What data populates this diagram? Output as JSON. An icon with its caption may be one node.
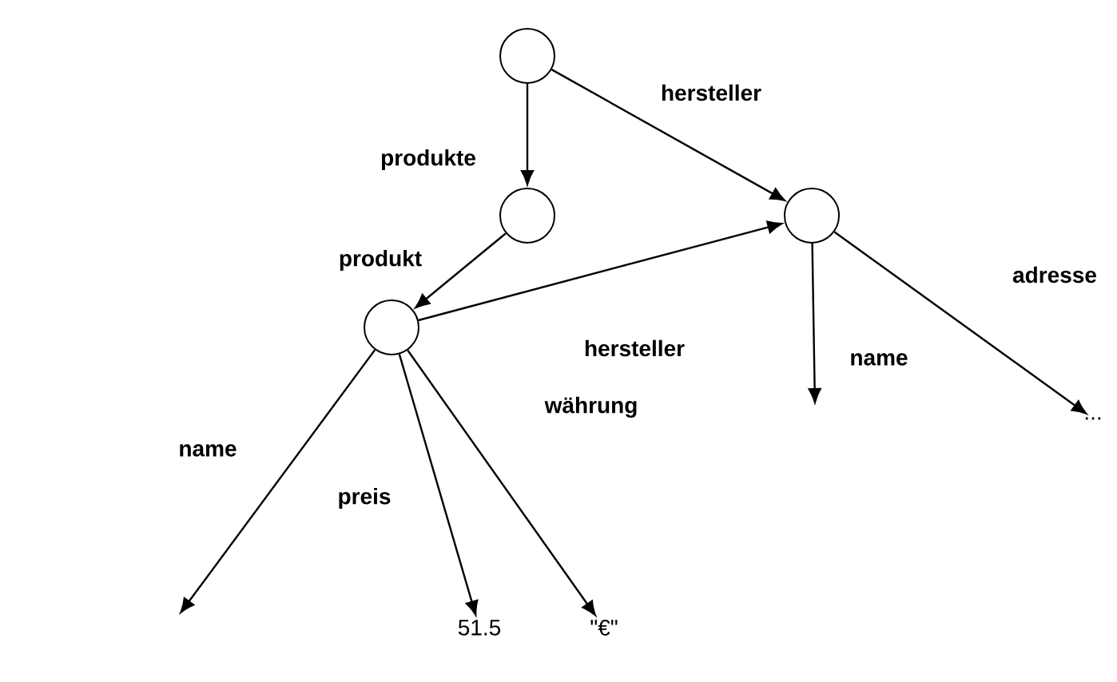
{
  "diagram": {
    "nodes": [
      {
        "text": [],
        "shape": "circle"
      },
      {
        "text": [],
        "shape": "circle"
      },
      {
        "text": [],
        "shape": "circle"
      },
      {
        "text": [],
        "shape": "circle"
      },
      {
        "text": [
          "..."
        ]
      },
      {
        "text": [
          "51.5"
        ]
      },
      {
        "text": [
          "\"€\""
        ]
      }
    ],
    "edges": [
      {
        "from": 0,
        "to": 1,
        "arrow": "to",
        "label": "produkte"
      },
      {
        "from": 0,
        "to": 2,
        "arrow": "to",
        "label": "hersteller"
      },
      {
        "from": 1,
        "to": 3,
        "arrow": "to",
        "label": "produkt"
      },
      {
        "from": 3,
        "to": 2,
        "arrow": "to",
        "label": "hersteller"
      },
      {
        "from": 2,
        "to": null,
        "arrow": "to",
        "label": "name"
      },
      {
        "from": 2,
        "to": 4,
        "arrow": "to",
        "label": "adresse"
      },
      {
        "from": 3,
        "to": null,
        "arrow": "to",
        "label": "name"
      },
      {
        "from": 3,
        "to": 5,
        "arrow": "to",
        "label": "preis"
      },
      {
        "from": 3,
        "to": 6,
        "arrow": "to",
        "label": "währung"
      }
    ]
  }
}
